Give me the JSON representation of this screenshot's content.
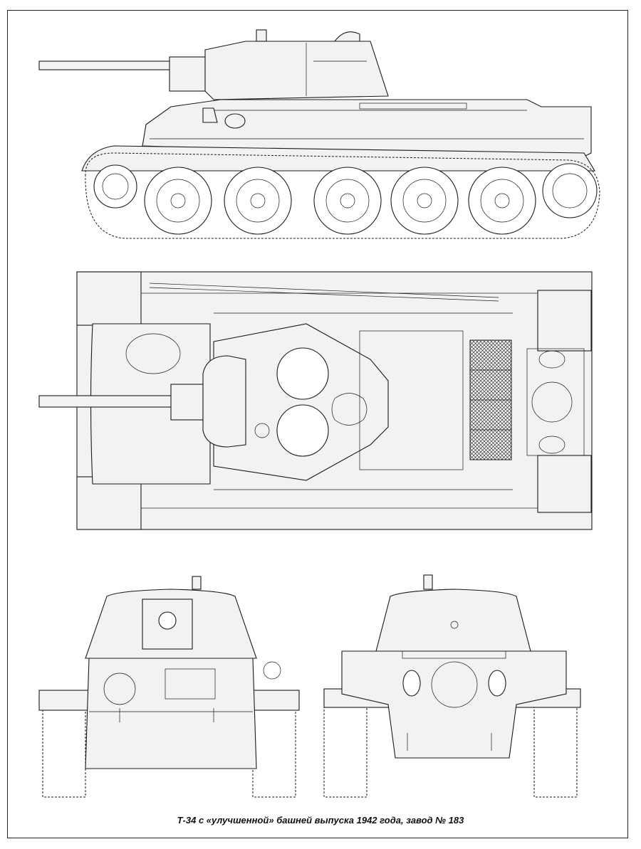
{
  "caption": "Т-34 с «улучшенной» башней выпуска 1942 года, завод № 183",
  "colors": {
    "line": "#1a1a1a",
    "fill": "#f2f2f2",
    "background": "#ffffff"
  },
  "views": {
    "side": "side-view",
    "top": "top-view",
    "front": "front-view",
    "rear": "rear-view"
  }
}
